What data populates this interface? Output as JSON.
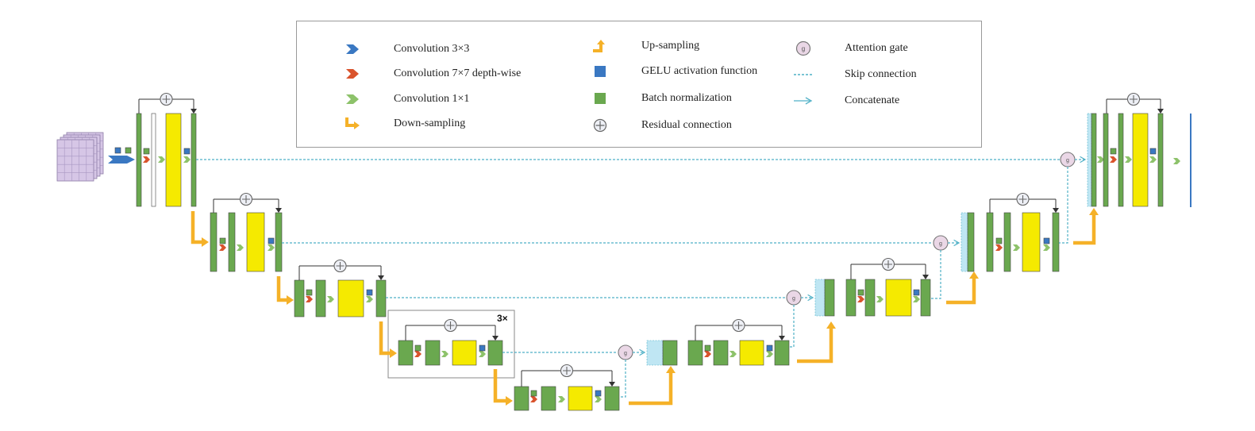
{
  "legend": {
    "conv3": "Convolution 3×3",
    "conv7": "Convolution 7×7 depth-wise",
    "conv1": "Convolution 1×1",
    "down": "Down-sampling",
    "up": "Up-sampling",
    "gelu": "GELU activation function",
    "bn": "Batch normalization",
    "residual": "Residual connection",
    "attention": "Attention gate",
    "skip": "Skip connection",
    "concat": "Concatenate"
  },
  "repeat_label": "3×",
  "attention_glyph": "g",
  "colors": {
    "green": "#6aa84f",
    "yellow": "#f5ea00",
    "blue": "#3a78c2",
    "red": "#d9532c",
    "arrow_green": "#8dc26a",
    "orange": "#f5b128",
    "skip": "#4fb0c6",
    "concat_fill": "#bfe6f3",
    "gate_fill": "#ead7e6"
  },
  "icons": {
    "residual": "circle-plus-icon",
    "attention": "circle-g-icon",
    "input": "image-stack-icon"
  }
}
